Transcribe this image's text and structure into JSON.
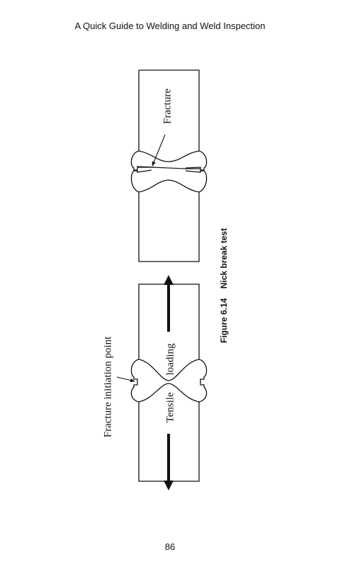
{
  "header": {
    "running_title": "A Quick Guide to Welding and Weld Inspection"
  },
  "figure": {
    "caption_number": "Figure 6.14",
    "caption_title": "Nick break test",
    "label_fracture": "Fracture",
    "label_initiation": "Fracture initiation point",
    "label_tensile": "Tensile",
    "label_loading": "loading"
  },
  "footer": {
    "page_number": "86"
  }
}
